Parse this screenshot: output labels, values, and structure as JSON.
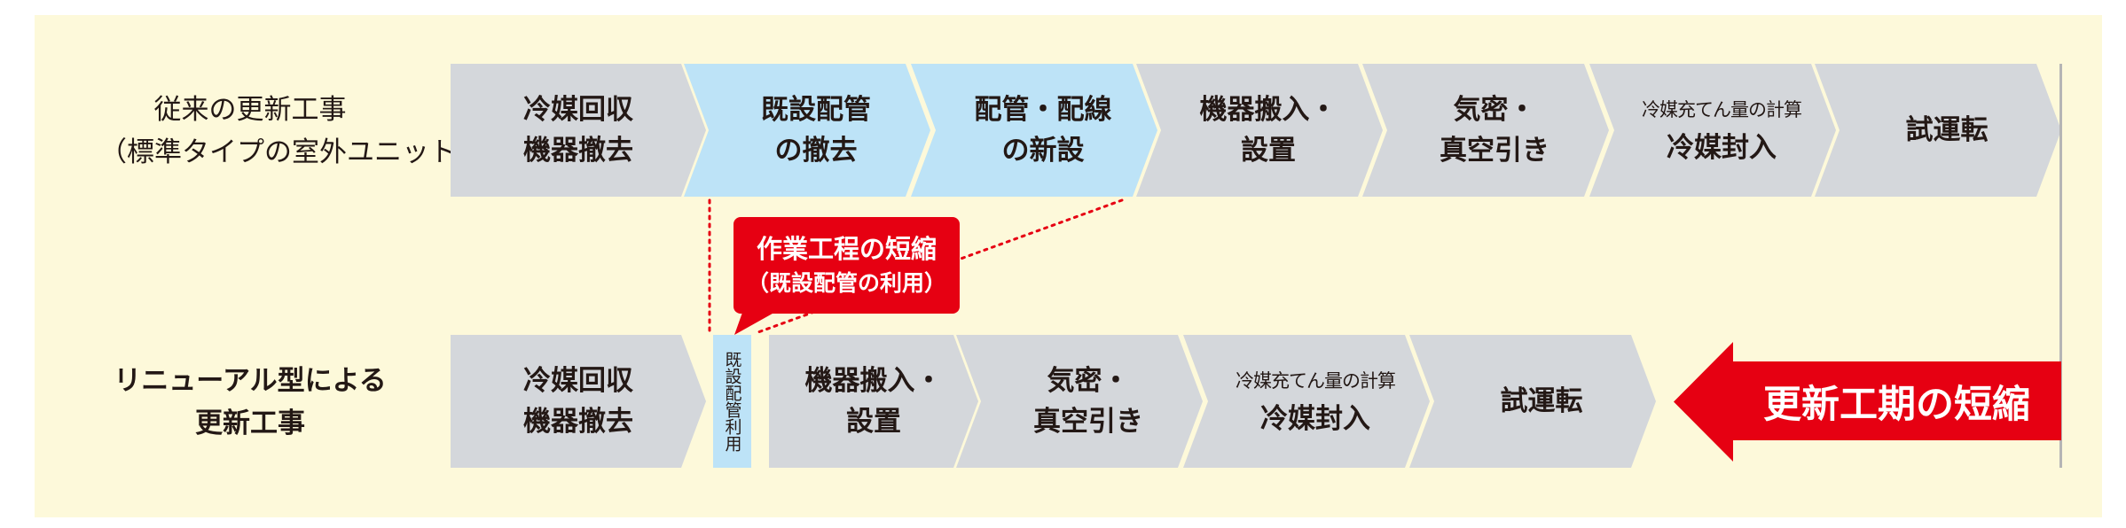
{
  "rows": {
    "conventional": {
      "label": [
        "従来の更新工事",
        "（標準タイプの室外ユニット）"
      ],
      "steps": [
        {
          "lines": [
            "冷媒回収",
            "機器撤去"
          ]
        },
        {
          "lines": [
            "既設配管",
            "の撤去"
          ]
        },
        {
          "lines": [
            "配管・配線",
            "の新設"
          ]
        },
        {
          "lines": [
            "機器搬入・",
            "設置"
          ]
        },
        {
          "lines": [
            "気密・",
            "真空引き"
          ]
        },
        {
          "lines": [
            "冷媒充てん量の計算",
            "冷媒封入"
          ]
        },
        {
          "lines": [
            "試運転"
          ]
        }
      ]
    },
    "renewal": {
      "label": [
        "リニューアル型による",
        "更新工事"
      ],
      "strip": "既設配管利用",
      "steps": [
        {
          "lines": [
            "冷媒回収",
            "機器撤去"
          ]
        },
        {
          "lines": [
            "機器搬入・",
            "設置"
          ]
        },
        {
          "lines": [
            "気密・",
            "真空引き"
          ]
        },
        {
          "lines": [
            "冷媒充てん量の計算",
            "冷媒封入"
          ]
        },
        {
          "lines": [
            "試運転"
          ]
        }
      ]
    }
  },
  "callout": {
    "line1": "作業工程の短縮",
    "line2": "（既設配管の利用）"
  },
  "arrow": {
    "label": "更新工期の短縮"
  },
  "colors": {
    "background": "#FDF9DA",
    "step_gray": "#D4D7DB",
    "step_blue": "#BDE3F7",
    "accent_red": "#E60012"
  }
}
